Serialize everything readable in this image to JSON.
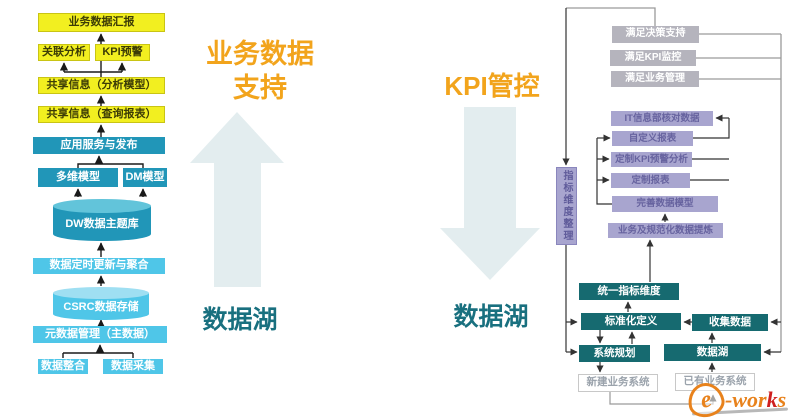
{
  "left_flow": {
    "report": "业务数据汇报",
    "correlation": "关联分析",
    "kpi_alert": "KPI预警",
    "shared_analysis": "共享信息（分析模型）",
    "shared_query": "共享信息（查询报表）",
    "app_service": "应用服务与发布",
    "multidim": "多维模型",
    "dm_model": "DM模型",
    "dw_cylinder": "DW数据主题库",
    "scheduled_update": "数据定时更新与聚合",
    "csrc_cylinder": "CSRC数据存储",
    "metadata": "元数据管理（主数据）",
    "data_integration": "数据整合",
    "data_collection": "数据采集"
  },
  "center_labels": {
    "biz_support_line1": "业务数据",
    "biz_support_line2": "支持",
    "data_lake_left": "数据湖",
    "kpi_control": "KPI管控",
    "data_lake_right": "数据湖"
  },
  "right_flow": {
    "goal_decision": "满足决策支持",
    "goal_kpi": "满足KPI监控",
    "goal_business": "满足业务管理",
    "vertical_box": "指标维度整理",
    "it_verify": "IT信息部核对数据",
    "custom_report": "自定义报表",
    "kpi_alert_analysis": "定制KPI预警分析",
    "fixed_report": "定制报表",
    "improve_model": "完善数据模型",
    "biz_refine": "业务及规范化数据提炼",
    "unify_dim": "统一指标维度",
    "std_def": "标准化定义",
    "collect_data": "收集数据",
    "sys_plan": "系统规划",
    "data_lake": "数据湖",
    "new_system": "新建业务系统",
    "existing_system": "已有业务系统"
  },
  "watermark": {
    "brand_e": "e",
    "brand_w1": "-wor",
    "brand_k": "k",
    "brand_s": "s"
  },
  "colors": {
    "yellow_box": "#f2ef20",
    "teal_box": "#2196b8",
    "cyan_box": "#4fc6e8",
    "gray_box": "#b5b4bd",
    "purple_box": "#a8a5cf",
    "dark_teal_box": "#166a70",
    "orange_text": "#f2a41c",
    "teal_text": "#19707f",
    "big_arrow_fill": "#e3edef"
  }
}
